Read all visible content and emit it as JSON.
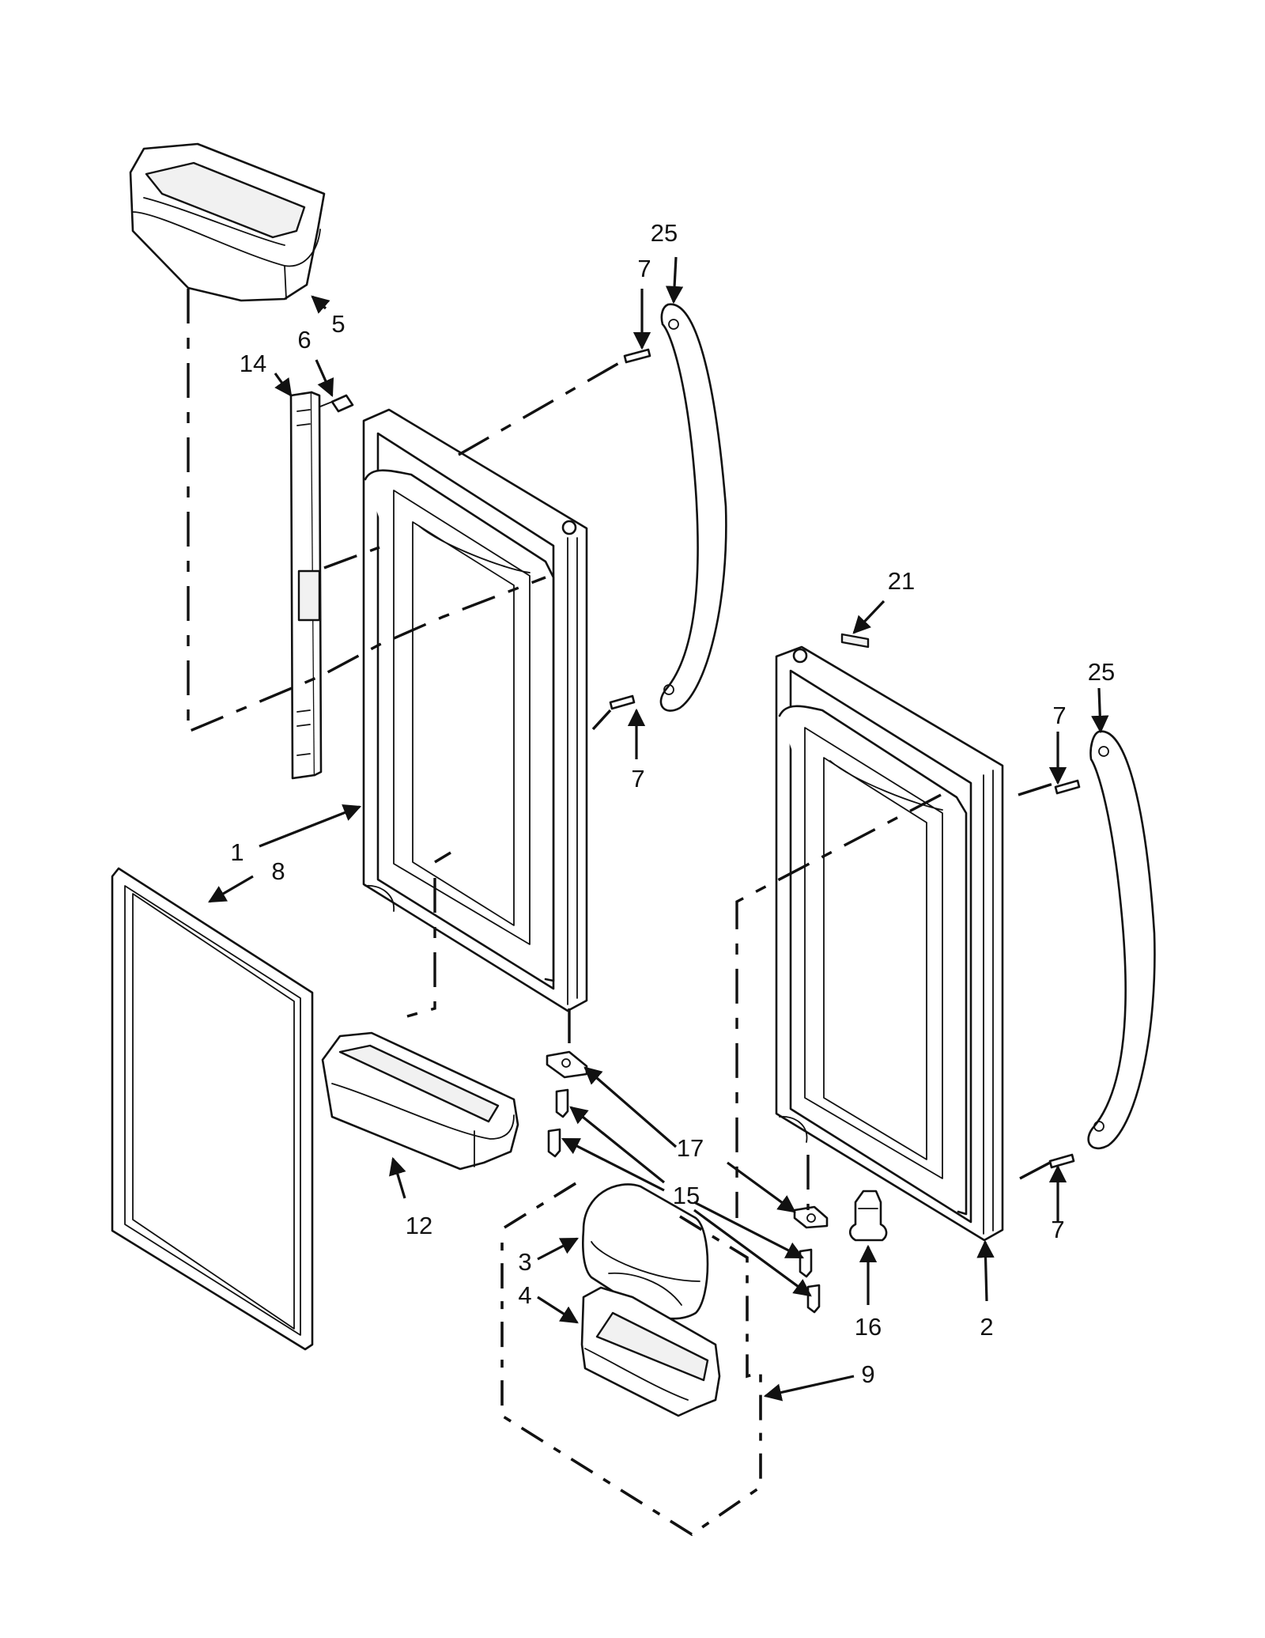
{
  "callouts": {
    "c25a": "25",
    "c7a": "7",
    "c5": "5",
    "c6": "6",
    "c14": "14",
    "c7b": "7",
    "c21": "21",
    "c25b": "25",
    "c7c": "7",
    "c1": "1",
    "c8": "8",
    "c17": "17",
    "c15": "15",
    "c12": "12",
    "c7d": "7",
    "c3": "3",
    "c4": "4",
    "c16": "16",
    "c2": "2",
    "c9": "9"
  }
}
